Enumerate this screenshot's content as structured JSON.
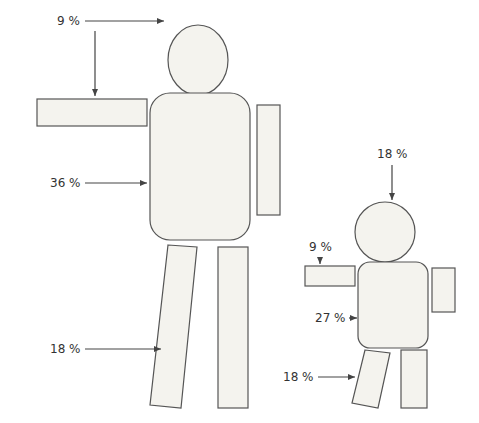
{
  "diagram": {
    "labels": [
      "9 %",
      "36 %",
      "18 %",
      "18 %",
      "9 %",
      "27 %",
      "18 %"
    ]
  }
}
